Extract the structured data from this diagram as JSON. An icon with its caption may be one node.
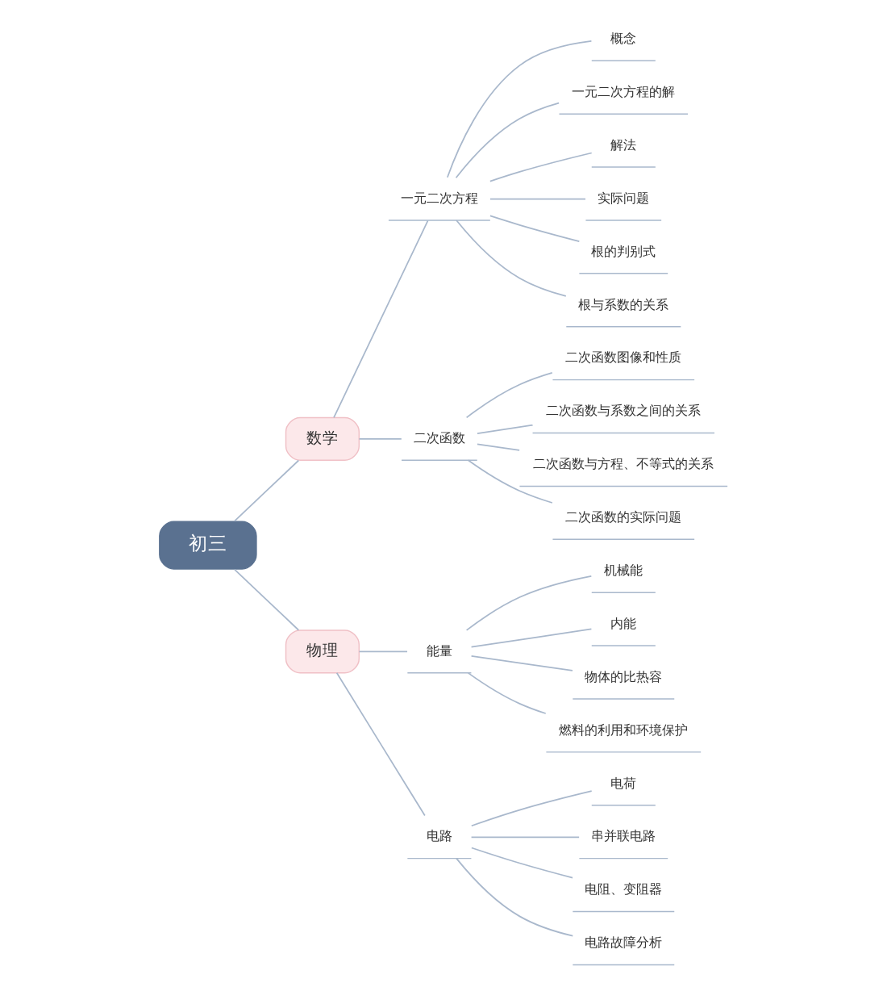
{
  "diagram": {
    "nodes": [
      {
        "text": [
          "初三"
        ]
      },
      {
        "text": [
          "数学"
        ]
      },
      {
        "text": [
          "一元二次方程"
        ]
      },
      {
        "text": [
          "概念"
        ]
      },
      {
        "text": [
          "一元二次方程的解"
        ]
      },
      {
        "text": [
          "解法"
        ]
      },
      {
        "text": [
          "实际问题"
        ]
      },
      {
        "text": [
          "根的判别式"
        ]
      },
      {
        "text": [
          "根与系数的关系"
        ]
      },
      {
        "text": [
          "二次函数"
        ]
      },
      {
        "text": [
          "二次函数图像和性质"
        ]
      },
      {
        "text": [
          "二次函数与系数之间的关系"
        ]
      },
      {
        "text": [
          "二次函数与方程、不等式的关系"
        ]
      },
      {
        "text": [
          "二次函数的实际问题"
        ]
      },
      {
        "text": [
          "物理"
        ]
      },
      {
        "text": [
          "能量"
        ]
      },
      {
        "text": [
          "机械能"
        ]
      },
      {
        "text": [
          "内能"
        ]
      },
      {
        "text": [
          "物体的比热容"
        ]
      },
      {
        "text": [
          "燃料的利用和环境保护"
        ]
      },
      {
        "text": [
          "电路"
        ]
      },
      {
        "text": [
          "电荷"
        ]
      },
      {
        "text": [
          "串并联电路"
        ]
      },
      {
        "text": [
          "电阻、变阻器"
        ]
      },
      {
        "text": [
          "电路故障分析"
        ]
      }
    ],
    "edges": [
      {
        "from": 0,
        "to": 1,
        "arrow": "none"
      },
      {
        "from": 1,
        "to": 2,
        "arrow": "none"
      },
      {
        "from": 2,
        "to": 3,
        "arrow": "none"
      },
      {
        "from": 2,
        "to": 4,
        "arrow": "none"
      },
      {
        "from": 2,
        "to": 5,
        "arrow": "none"
      },
      {
        "from": 2,
        "to": 6,
        "arrow": "none"
      },
      {
        "from": 2,
        "to": 7,
        "arrow": "none"
      },
      {
        "from": 2,
        "to": 8,
        "arrow": "none"
      },
      {
        "from": 1,
        "to": 9,
        "arrow": "none"
      },
      {
        "from": 9,
        "to": 10,
        "arrow": "none"
      },
      {
        "from": 9,
        "to": 11,
        "arrow": "none"
      },
      {
        "from": 9,
        "to": 12,
        "arrow": "none"
      },
      {
        "from": 9,
        "to": 13,
        "arrow": "none"
      },
      {
        "from": 0,
        "to": 14,
        "arrow": "none"
      },
      {
        "from": 14,
        "to": 15,
        "arrow": "none"
      },
      {
        "from": 15,
        "to": 16,
        "arrow": "none"
      },
      {
        "from": 15,
        "to": 17,
        "arrow": "none"
      },
      {
        "from": 15,
        "to": 18,
        "arrow": "none"
      },
      {
        "from": 15,
        "to": 19,
        "arrow": "none"
      },
      {
        "from": 14,
        "to": 20,
        "arrow": "none"
      },
      {
        "from": 20,
        "to": 21,
        "arrow": "none"
      },
      {
        "from": 20,
        "to": 22,
        "arrow": "none"
      },
      {
        "from": 20,
        "to": 23,
        "arrow": "none"
      },
      {
        "from": 20,
        "to": 24,
        "arrow": "none"
      }
    ]
  }
}
